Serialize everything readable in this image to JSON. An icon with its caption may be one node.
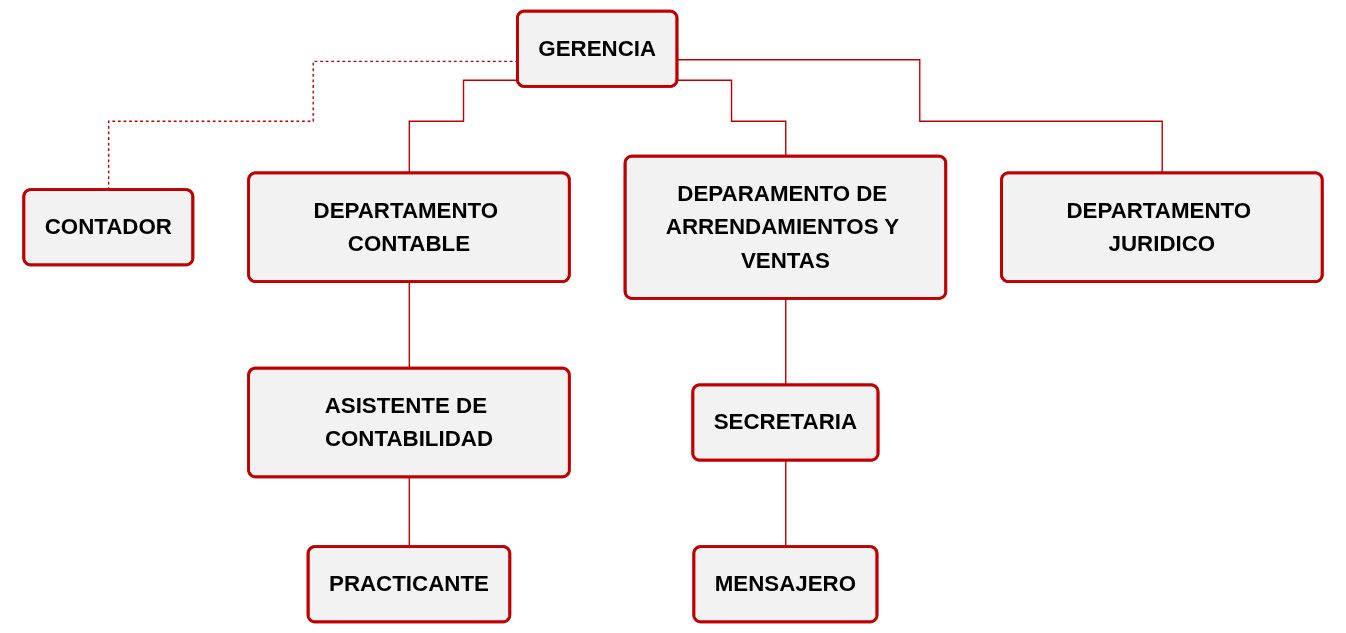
{
  "diagram": {
    "nodes": [
      {
        "text": [
          "GERENCIA"
        ]
      },
      {
        "text": [
          "CONTADOR"
        ]
      },
      {
        "text": [
          "DEPARTAMENTO CONTABLE"
        ]
      },
      {
        "text": [
          "DEPARAMENTO DE ARRENDAMIENTOS Y VENTAS"
        ]
      },
      {
        "text": [
          "DEPARTAMENTO JURIDICO"
        ]
      },
      {
        "text": [
          "ASISTENTE DE CONTABILIDAD"
        ]
      },
      {
        "text": [
          "PRACTICANTE"
        ]
      },
      {
        "text": [
          "SECRETARIA"
        ]
      },
      {
        "text": [
          "MENSAJERO"
        ]
      }
    ],
    "edges": [
      {
        "from": 0,
        "to": 1,
        "arrow": "none",
        "style": "dashed"
      },
      {
        "from": 0,
        "to": 2,
        "arrow": "none"
      },
      {
        "from": 0,
        "to": 3,
        "arrow": "none"
      },
      {
        "from": 0,
        "to": 4,
        "arrow": "none"
      },
      {
        "from": 2,
        "to": 5,
        "arrow": "none"
      },
      {
        "from": 5,
        "to": 6,
        "arrow": "none"
      },
      {
        "from": 3,
        "to": 7,
        "arrow": "none"
      },
      {
        "from": 7,
        "to": 8,
        "arrow": "none"
      }
    ]
  }
}
